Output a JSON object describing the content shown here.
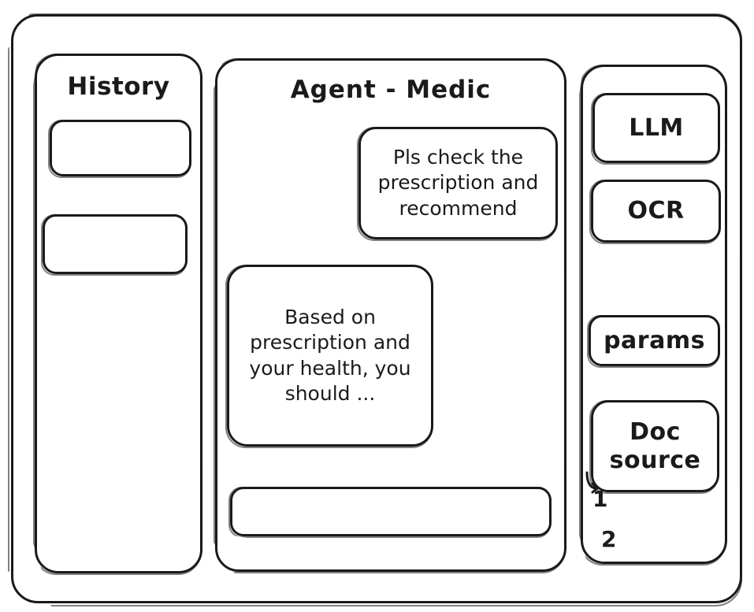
{
  "window": {
    "name": "agent-app-wireframe"
  },
  "sidebar": {
    "title": "History",
    "items": [
      {
        "label": ""
      },
      {
        "label": ""
      }
    ]
  },
  "main": {
    "title": "Agent - Medic",
    "messages": [
      {
        "role": "user",
        "text": "Pls check the prescription and recommend"
      },
      {
        "role": "agent",
        "text": "Based on prescription and your health, you should ..."
      }
    ],
    "composer": {
      "value": "",
      "placeholder": ""
    }
  },
  "tools": {
    "items": [
      {
        "label": "LLM"
      },
      {
        "label": "OCR"
      },
      {
        "label": "params"
      },
      {
        "label": "Doc source"
      }
    ],
    "doc_source_refs": [
      "1",
      "2"
    ]
  },
  "colors": {
    "stroke": "#1a1a1a",
    "background": "#ffffff"
  }
}
